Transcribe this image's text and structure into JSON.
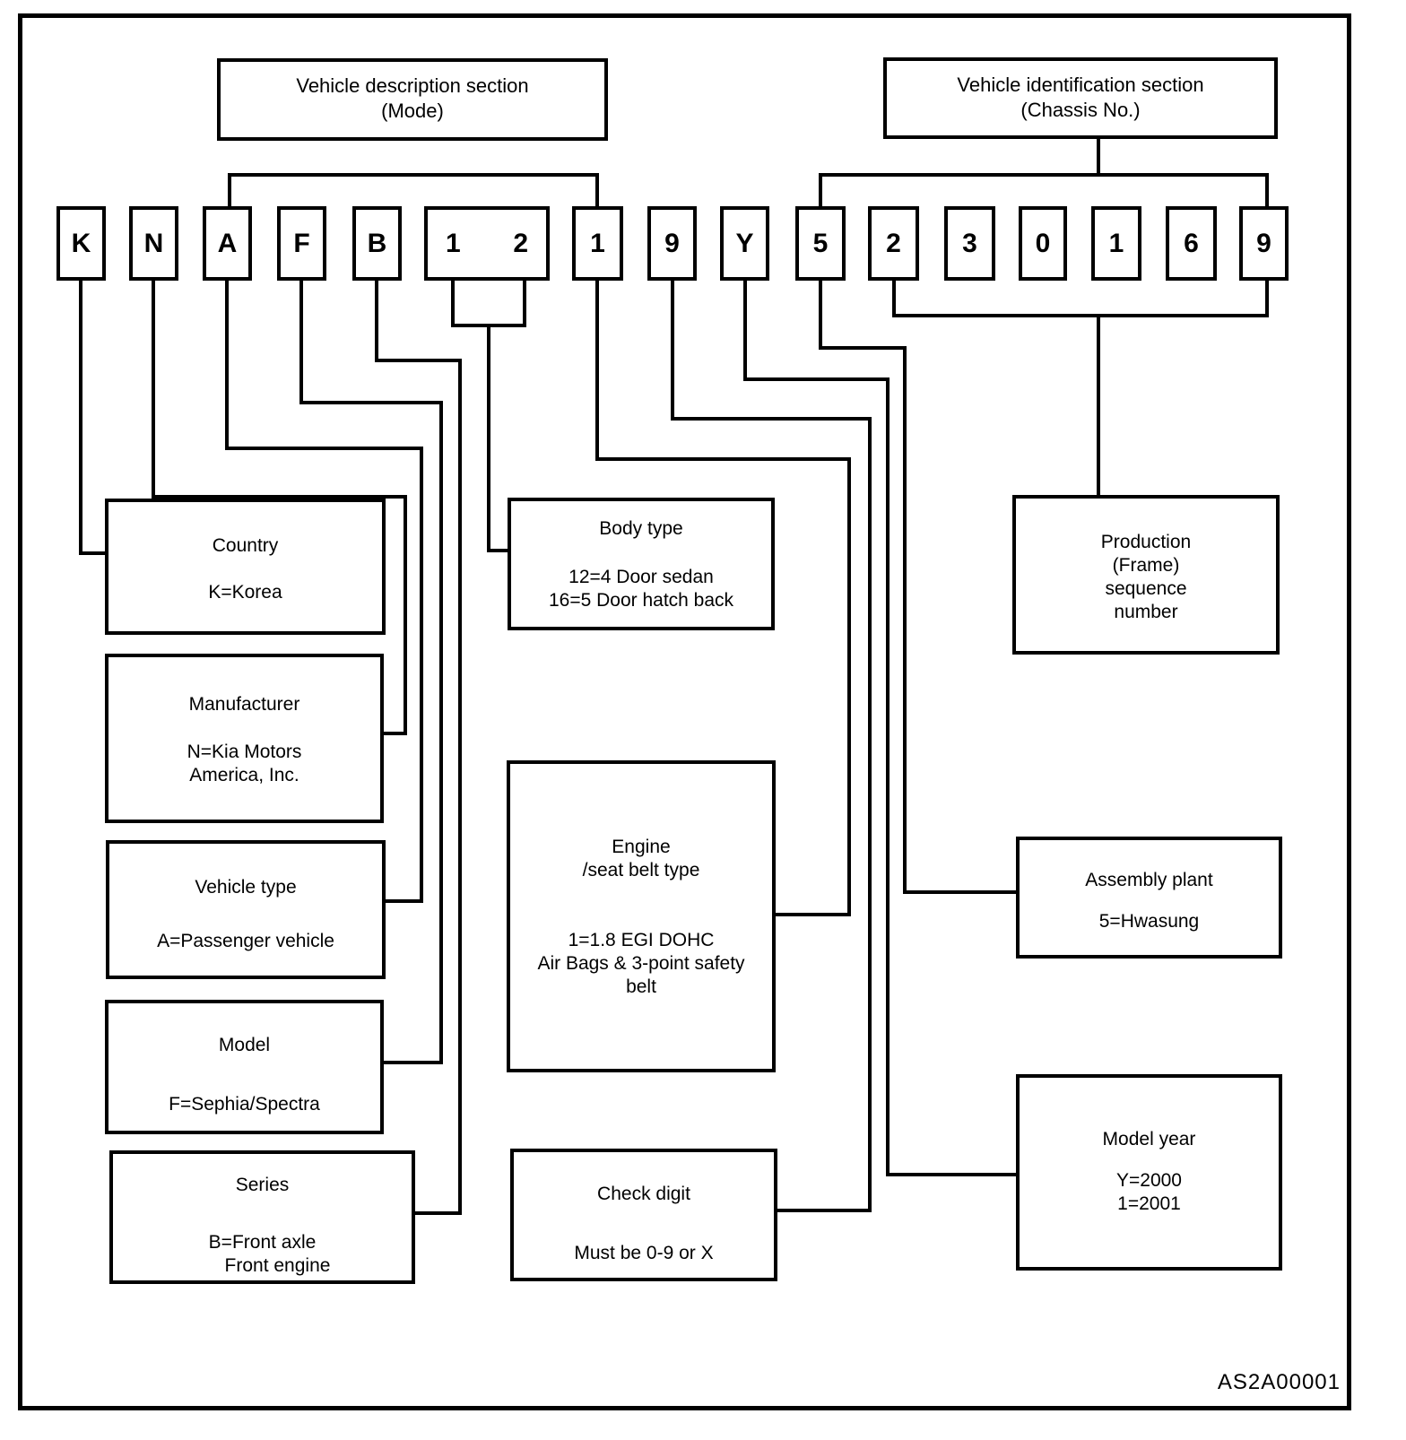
{
  "figure": {
    "code": "AS2A00001",
    "colors": {
      "ink": "#000000",
      "paper": "#ffffff"
    }
  },
  "headers": {
    "description": {
      "line1": "Vehicle description section",
      "line2": "(Mode)"
    },
    "identification": {
      "line1": "Vehicle identification section",
      "line2": "(Chassis No.)"
    }
  },
  "vin": {
    "chars": [
      "K",
      "N",
      "A",
      "F",
      "B",
      "1",
      "2",
      "1",
      "9",
      "Y",
      "5",
      "2",
      "3",
      "0",
      "1",
      "6",
      "9"
    ]
  },
  "boxes": {
    "country": {
      "title": "Country",
      "lines": [
        "K=Korea"
      ]
    },
    "manufacturer": {
      "title": "Manufacturer",
      "lines": [
        "N=Kia Motors",
        "America, Inc."
      ]
    },
    "vehicle_type": {
      "title": "Vehicle type",
      "lines": [
        "A=Passenger vehicle"
      ]
    },
    "model": {
      "title": "Model",
      "lines": [
        "F=Sephia/Spectra"
      ]
    },
    "series": {
      "title": "Series",
      "lines": [
        "B=Front axle",
        "Front engine"
      ]
    },
    "body_type": {
      "title": "Body type",
      "lines": [
        "12=4 Door sedan",
        "16=5 Door hatch back"
      ]
    },
    "engine": {
      "title": "Engine",
      "title2": "/seat belt type",
      "lines": [
        "1=1.8 EGI DOHC",
        "Air Bags & 3-point safety",
        "belt"
      ]
    },
    "check_digit": {
      "title": "Check digit",
      "lines": [
        "Must be 0-9 or X"
      ]
    },
    "production": {
      "lines": [
        "Production",
        "(Frame)",
        "sequence",
        "number"
      ]
    },
    "assembly_plant": {
      "title": "Assembly plant",
      "lines": [
        "5=Hwasung"
      ]
    },
    "model_year": {
      "title": "Model year",
      "lines": [
        "Y=2000",
        "1=2001"
      ]
    }
  },
  "mapping": [
    {
      "positions": "1",
      "chars": "K",
      "meaning": "Country"
    },
    {
      "positions": "2",
      "chars": "N",
      "meaning": "Manufacturer"
    },
    {
      "positions": "3",
      "chars": "A",
      "meaning": "Vehicle type"
    },
    {
      "positions": "4",
      "chars": "F",
      "meaning": "Model"
    },
    {
      "positions": "5",
      "chars": "B",
      "meaning": "Series"
    },
    {
      "positions": "6-7",
      "chars": "12",
      "meaning": "Body type"
    },
    {
      "positions": "8",
      "chars": "1",
      "meaning": "Engine /seat belt type"
    },
    {
      "positions": "9",
      "chars": "9",
      "meaning": "Check digit"
    },
    {
      "positions": "10",
      "chars": "Y",
      "meaning": "Model year"
    },
    {
      "positions": "11",
      "chars": "5",
      "meaning": "Assembly plant"
    },
    {
      "positions": "12-17",
      "chars": "230169",
      "meaning": "Production (Frame) sequence number"
    }
  ]
}
